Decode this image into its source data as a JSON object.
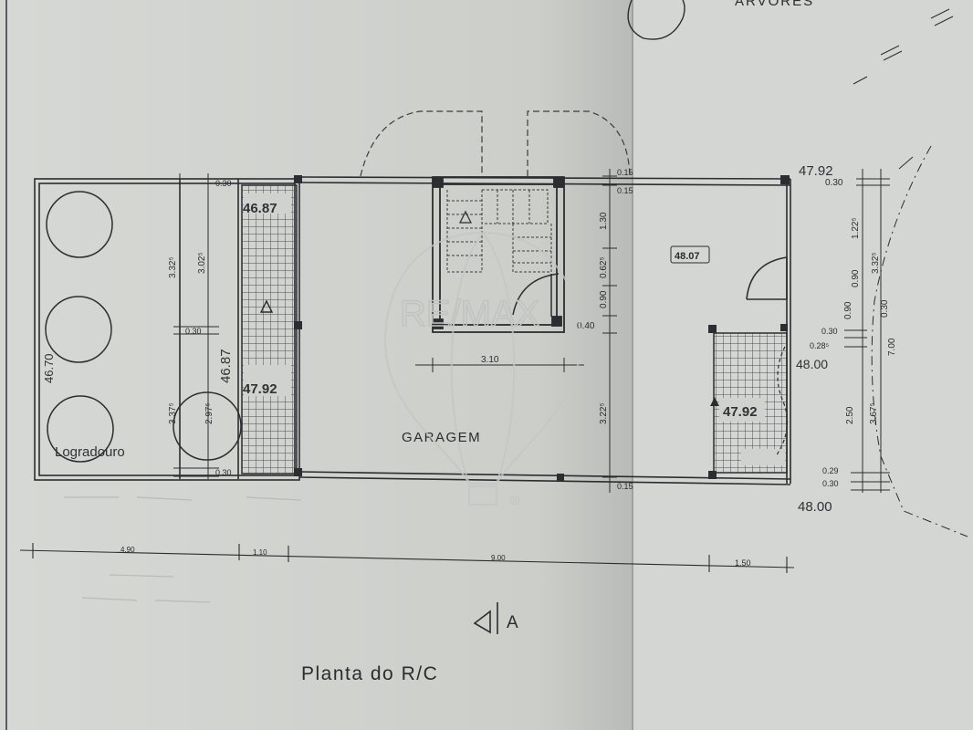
{
  "plan": {
    "title": "Planta do R/C",
    "section_marker": "A",
    "top_label": "ARVORES"
  },
  "rooms": {
    "garage": "GARAGEM",
    "yard": "Logradouro"
  },
  "levels": {
    "stair_left_top": "46.87",
    "stair_left_mid": "46.87",
    "stair_left_bottom": "47.92",
    "yard_level": "46.70",
    "right_room": "48.07",
    "right_stair": "47.92",
    "right_stair_top": "47.92",
    "right_outside_1": "48.00",
    "right_outside_2": "48.00"
  },
  "dimensions": {
    "left_top_030": "0.30",
    "left_325": "3.32⁵",
    "left_305": "3.02⁵",
    "left_mid_030": "0.30",
    "left_335": "3.37⁵",
    "left_297": "2.97⁵",
    "left_bottom_030": "0.30",
    "stair_015_top": "0.15",
    "stair_015_b": "0.15",
    "stair_130": "1.30",
    "stair_062": "0.62⁵",
    "stair_090": "0.90",
    "stair_040": "0.40",
    "stair_width": "3.10",
    "stair_322": "3.22⁵",
    "stair_015_bottom": "0.15",
    "right_030_top": "0.30",
    "right_122": "1.22⁵",
    "right_332": "3.32⁵",
    "right_090": "0.90",
    "right_090b": "0.90",
    "right_030": "0.30",
    "right_700": "7.00",
    "right_030b": "0.30",
    "right_028": "0.28⁵",
    "right_250": "2.50",
    "right_367": "3.67⁵",
    "right_029": "0.29",
    "right_030c": "0.30",
    "bottom_490": "4.90",
    "bottom_110": "1.10",
    "bottom_900": "9.00",
    "bottom_150": "1.50"
  },
  "watermark": {
    "brand": "RE/MAX",
    "reg": "®"
  },
  "colors": {
    "paper": "#d4d6d3",
    "ink": "#2b2d30",
    "watermark": "#c3c6c4"
  }
}
